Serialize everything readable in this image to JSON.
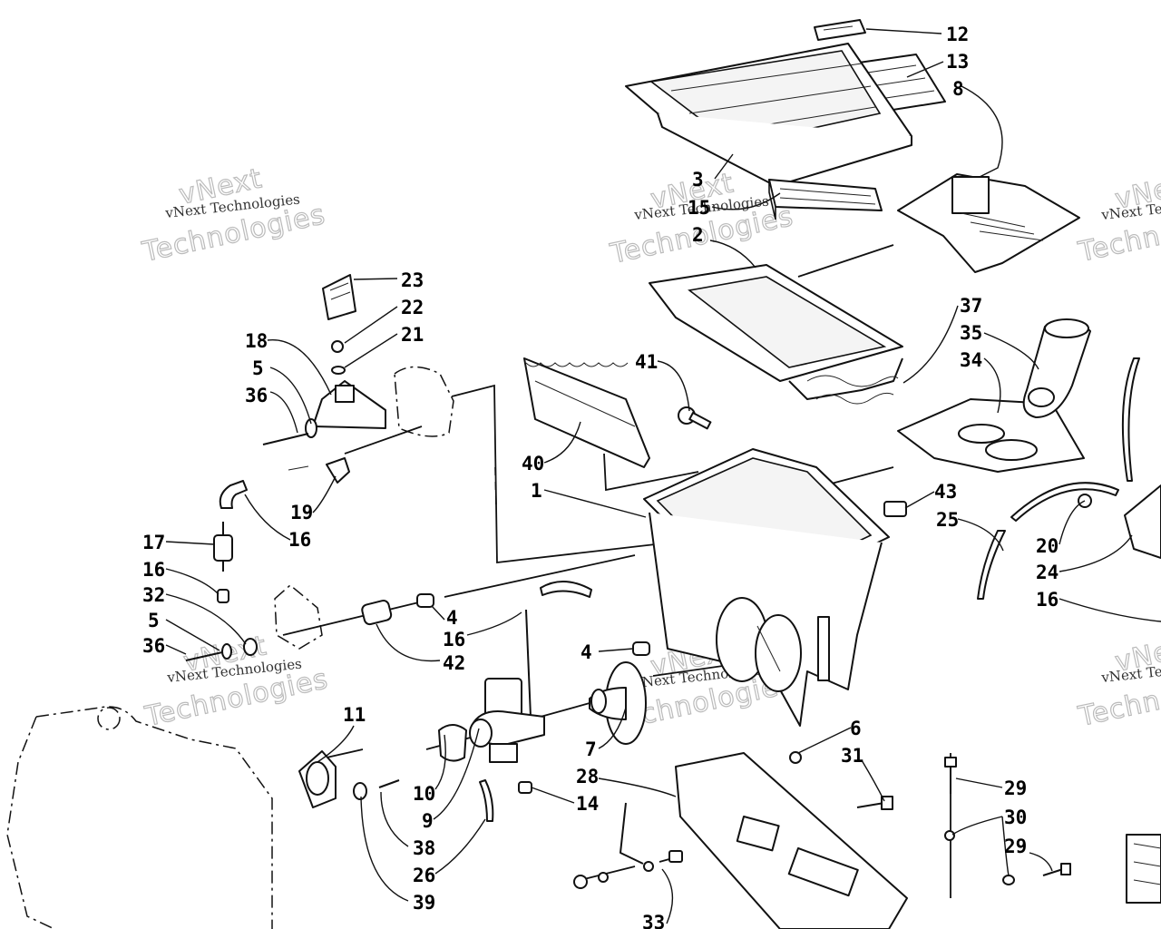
{
  "watermark": {
    "caption": "vNext Technologies",
    "outline_top": "vNext",
    "outline_bottom": "Technologies"
  },
  "callouts": {
    "c12": "12",
    "c13": "13",
    "c8": "8",
    "c3": "3",
    "c15": "15",
    "c2": "2",
    "c23": "23",
    "c22": "22",
    "c21": "21",
    "c18": "18",
    "c5a": "5",
    "c36a": "36",
    "c37": "37",
    "c35": "35",
    "c34": "34",
    "c41": "41",
    "c40": "40",
    "c1": "1",
    "c19": "19",
    "c16a": "16",
    "c43": "43",
    "c25": "25",
    "c17": "17",
    "c16b": "16",
    "c32": "32",
    "c5b": "5",
    "c36b": "36",
    "c4a": "4",
    "c16c": "16",
    "c42": "42",
    "c4b": "4",
    "c20": "20",
    "c24": "24",
    "c16d": "16",
    "c11": "11",
    "c7": "7",
    "c6": "6",
    "c31": "31",
    "c10": "10",
    "c28": "28",
    "c9": "9",
    "c14": "14",
    "c29a": "29",
    "c30": "30",
    "c29b": "29",
    "c38": "38",
    "c26": "26",
    "c39": "39",
    "c33": "33"
  }
}
